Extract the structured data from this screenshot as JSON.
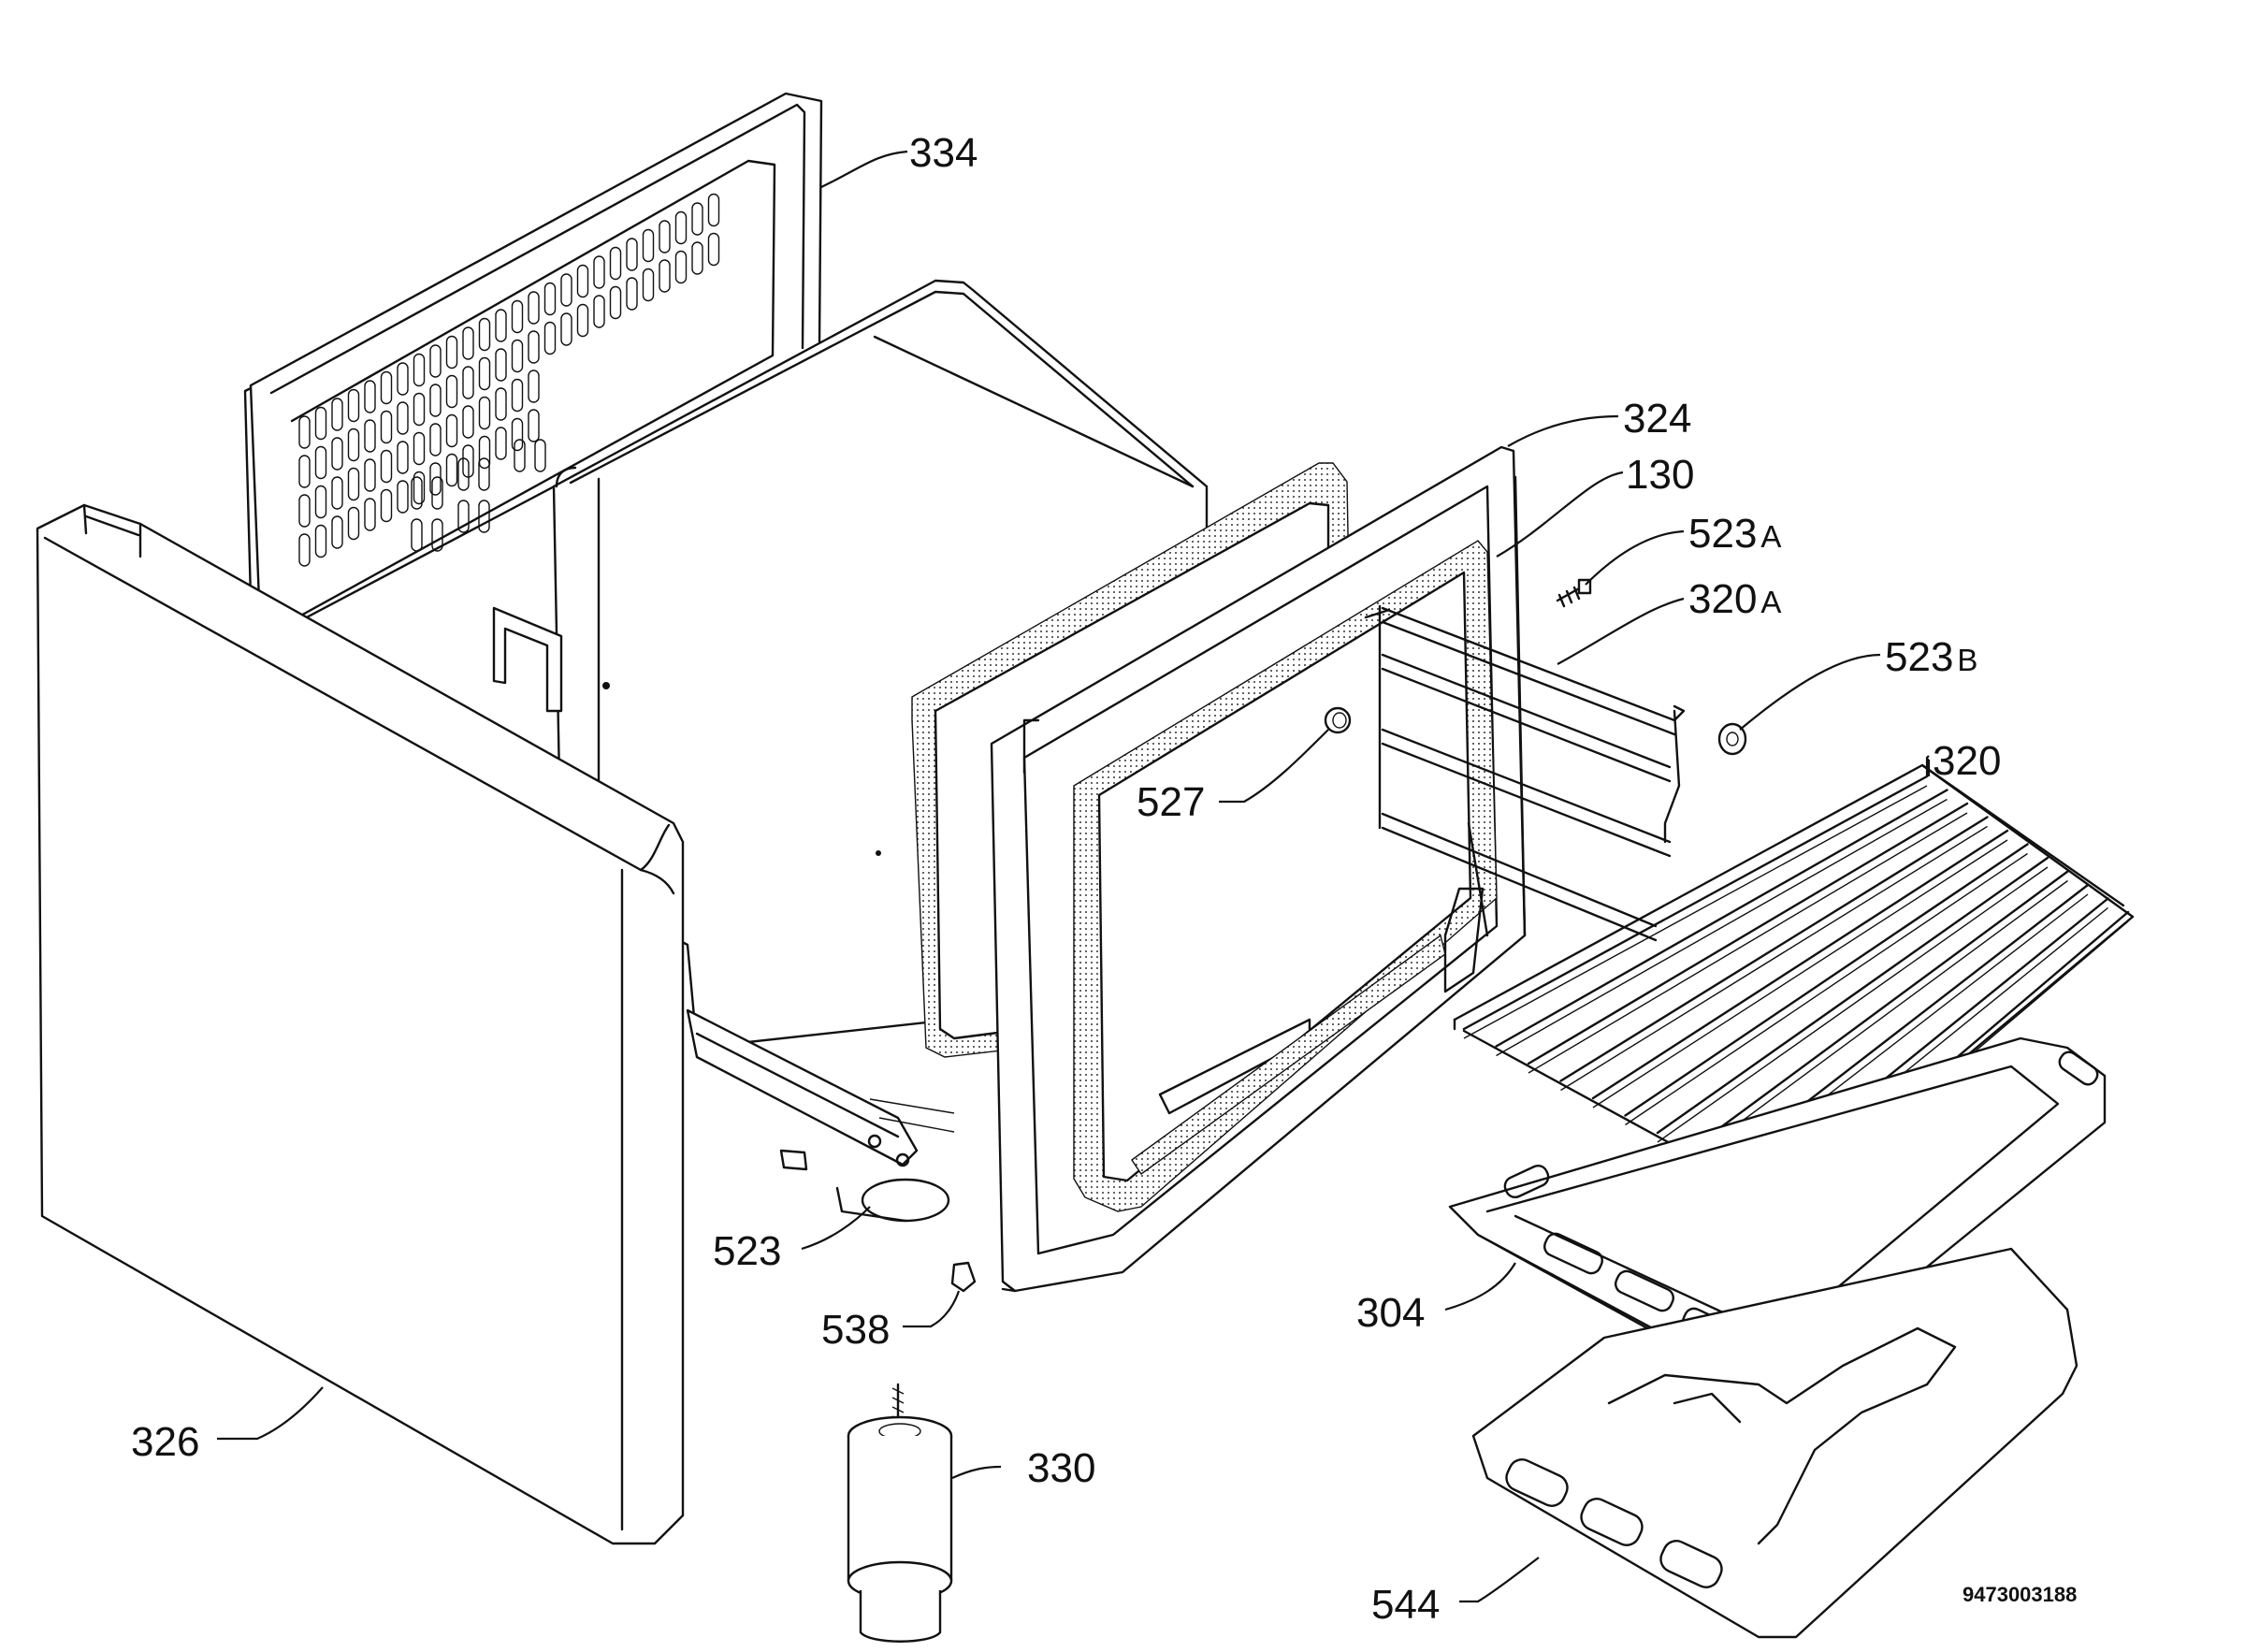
{
  "labels": {
    "p334": "334",
    "p324": "324",
    "p130": "130",
    "p523a_num": "523",
    "p523a_suf": "A",
    "p320a_num": "320",
    "p320a_suf": "A",
    "p523b_num": "523",
    "p523b_suf": "B",
    "p320": "320",
    "p527": "527",
    "p523": "523",
    "p538": "538",
    "p304": "304",
    "p326": "326",
    "p330": "330",
    "p544": "544"
  },
  "drawing_code": "9473003188"
}
